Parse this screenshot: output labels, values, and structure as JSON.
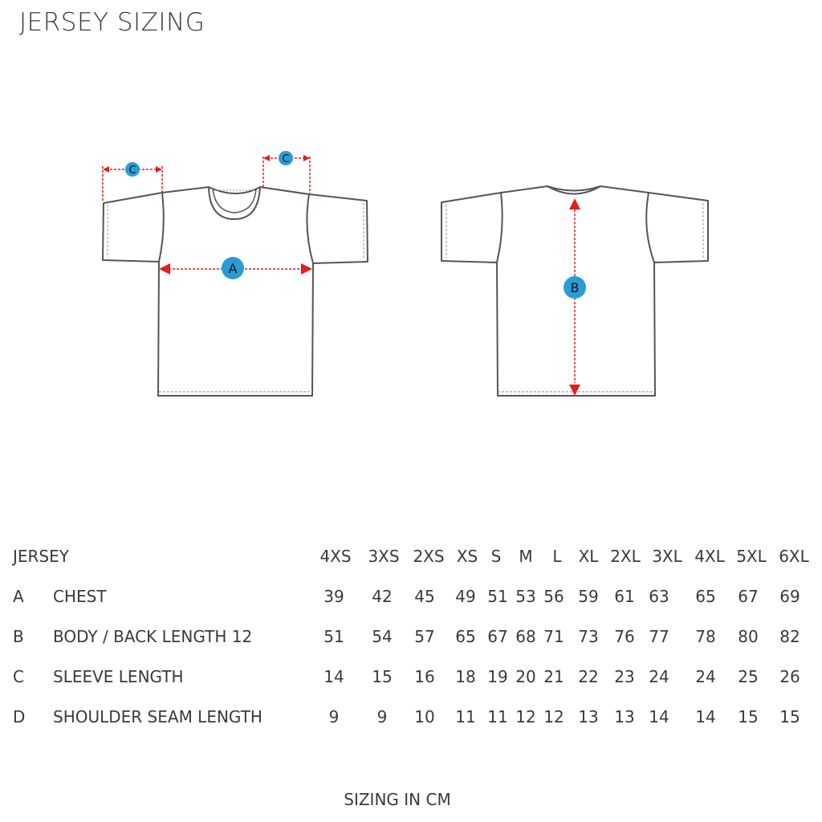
{
  "title": "JERSEY SIZING",
  "diagram": {
    "front_labels": [
      "C",
      "C",
      "A"
    ],
    "back_labels": [
      "B"
    ],
    "colors": {
      "outline": "#555555",
      "arrow": "#e0201b",
      "badge": "#2b9bd6"
    }
  },
  "table": {
    "header_label": "JERSEY",
    "sizes": [
      "4XS",
      "3XS",
      "2XS",
      "XS",
      "S",
      "M",
      "L",
      "XL",
      "2XL",
      "3XL",
      "4XL",
      "5XL",
      "6XL"
    ],
    "rows": [
      {
        "code": "A",
        "name": "CHEST",
        "values": [
          "39",
          "42",
          "45",
          "49",
          "51",
          "53",
          "56",
          "59",
          "61",
          "63",
          "65",
          "67",
          "69"
        ]
      },
      {
        "code": "B",
        "name": "BODY / BACK LENGTH 12",
        "values": [
          "51",
          "54",
          "57",
          "65",
          "67",
          "68",
          "71",
          "73",
          "76",
          "77",
          "78",
          "80",
          "82"
        ]
      },
      {
        "code": "C",
        "name": "SLEEVE LENGTH",
        "values": [
          "14",
          "15",
          "16",
          "18",
          "19",
          "20",
          "21",
          "22",
          "23",
          "24",
          "24",
          "25",
          "26"
        ]
      },
      {
        "code": "D",
        "name": "SHOULDER SEAM LENGTH",
        "values": [
          "9",
          "9",
          "10",
          "11",
          "11",
          "12",
          "12",
          "13",
          "13",
          "14",
          "14",
          "15",
          "15"
        ]
      }
    ]
  },
  "footer": "SIZING IN CM"
}
